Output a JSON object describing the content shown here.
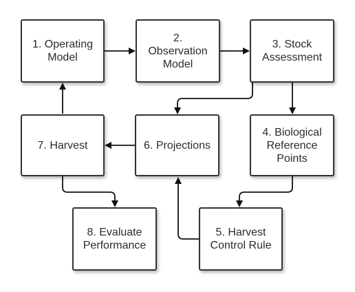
{
  "diagram": {
    "nodes": [
      {
        "id": "operating-model",
        "label": "1. Operating\nModel"
      },
      {
        "id": "observation-model",
        "label": "2.\nObservation\nModel"
      },
      {
        "id": "stock-assessment",
        "label": "3. Stock\nAssessment"
      },
      {
        "id": "biological-reference-points",
        "label": "4. Biological\nReference\nPoints"
      },
      {
        "id": "harvest-control-rule",
        "label": "5. Harvest\nControl Rule"
      },
      {
        "id": "projections",
        "label": "6. Projections"
      },
      {
        "id": "harvest",
        "label": "7. Harvest"
      },
      {
        "id": "evaluate-performance",
        "label": "8. Evaluate\nPerformance"
      }
    ],
    "edges": [
      {
        "from": "operating-model",
        "to": "observation-model"
      },
      {
        "from": "observation-model",
        "to": "stock-assessment"
      },
      {
        "from": "stock-assessment",
        "to": "projections"
      },
      {
        "from": "stock-assessment",
        "to": "biological-reference-points"
      },
      {
        "from": "biological-reference-points",
        "to": "harvest-control-rule"
      },
      {
        "from": "harvest-control-rule",
        "to": "projections"
      },
      {
        "from": "projections",
        "to": "harvest"
      },
      {
        "from": "harvest",
        "to": "operating-model"
      },
      {
        "from": "harvest",
        "to": "evaluate-performance"
      }
    ],
    "colors": {
      "node_border": "#333333",
      "node_fill": "#ffffff",
      "text": "#2b2b2b",
      "connector": "#111111"
    }
  }
}
